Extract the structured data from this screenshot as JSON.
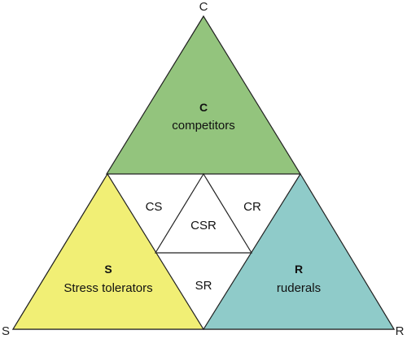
{
  "vertices": {
    "top": "C",
    "left": "S",
    "right": "R"
  },
  "regions": {
    "competitors": {
      "letter": "C",
      "name": "competitors",
      "color": "#93c47d"
    },
    "stress": {
      "letter": "S",
      "name": "Stress tolerators",
      "color": "#f1ef75"
    },
    "ruderals": {
      "letter": "R",
      "name": "ruderals",
      "color": "#8fcbc9"
    },
    "cs": {
      "label": "CS",
      "color": "#ffffff"
    },
    "cr": {
      "label": "CR",
      "color": "#ffffff"
    },
    "sr": {
      "label": "SR",
      "color": "#ffffff"
    },
    "csr": {
      "label": "CSR",
      "color": "#ffffff"
    }
  },
  "colors": {
    "outline": "#222222"
  }
}
